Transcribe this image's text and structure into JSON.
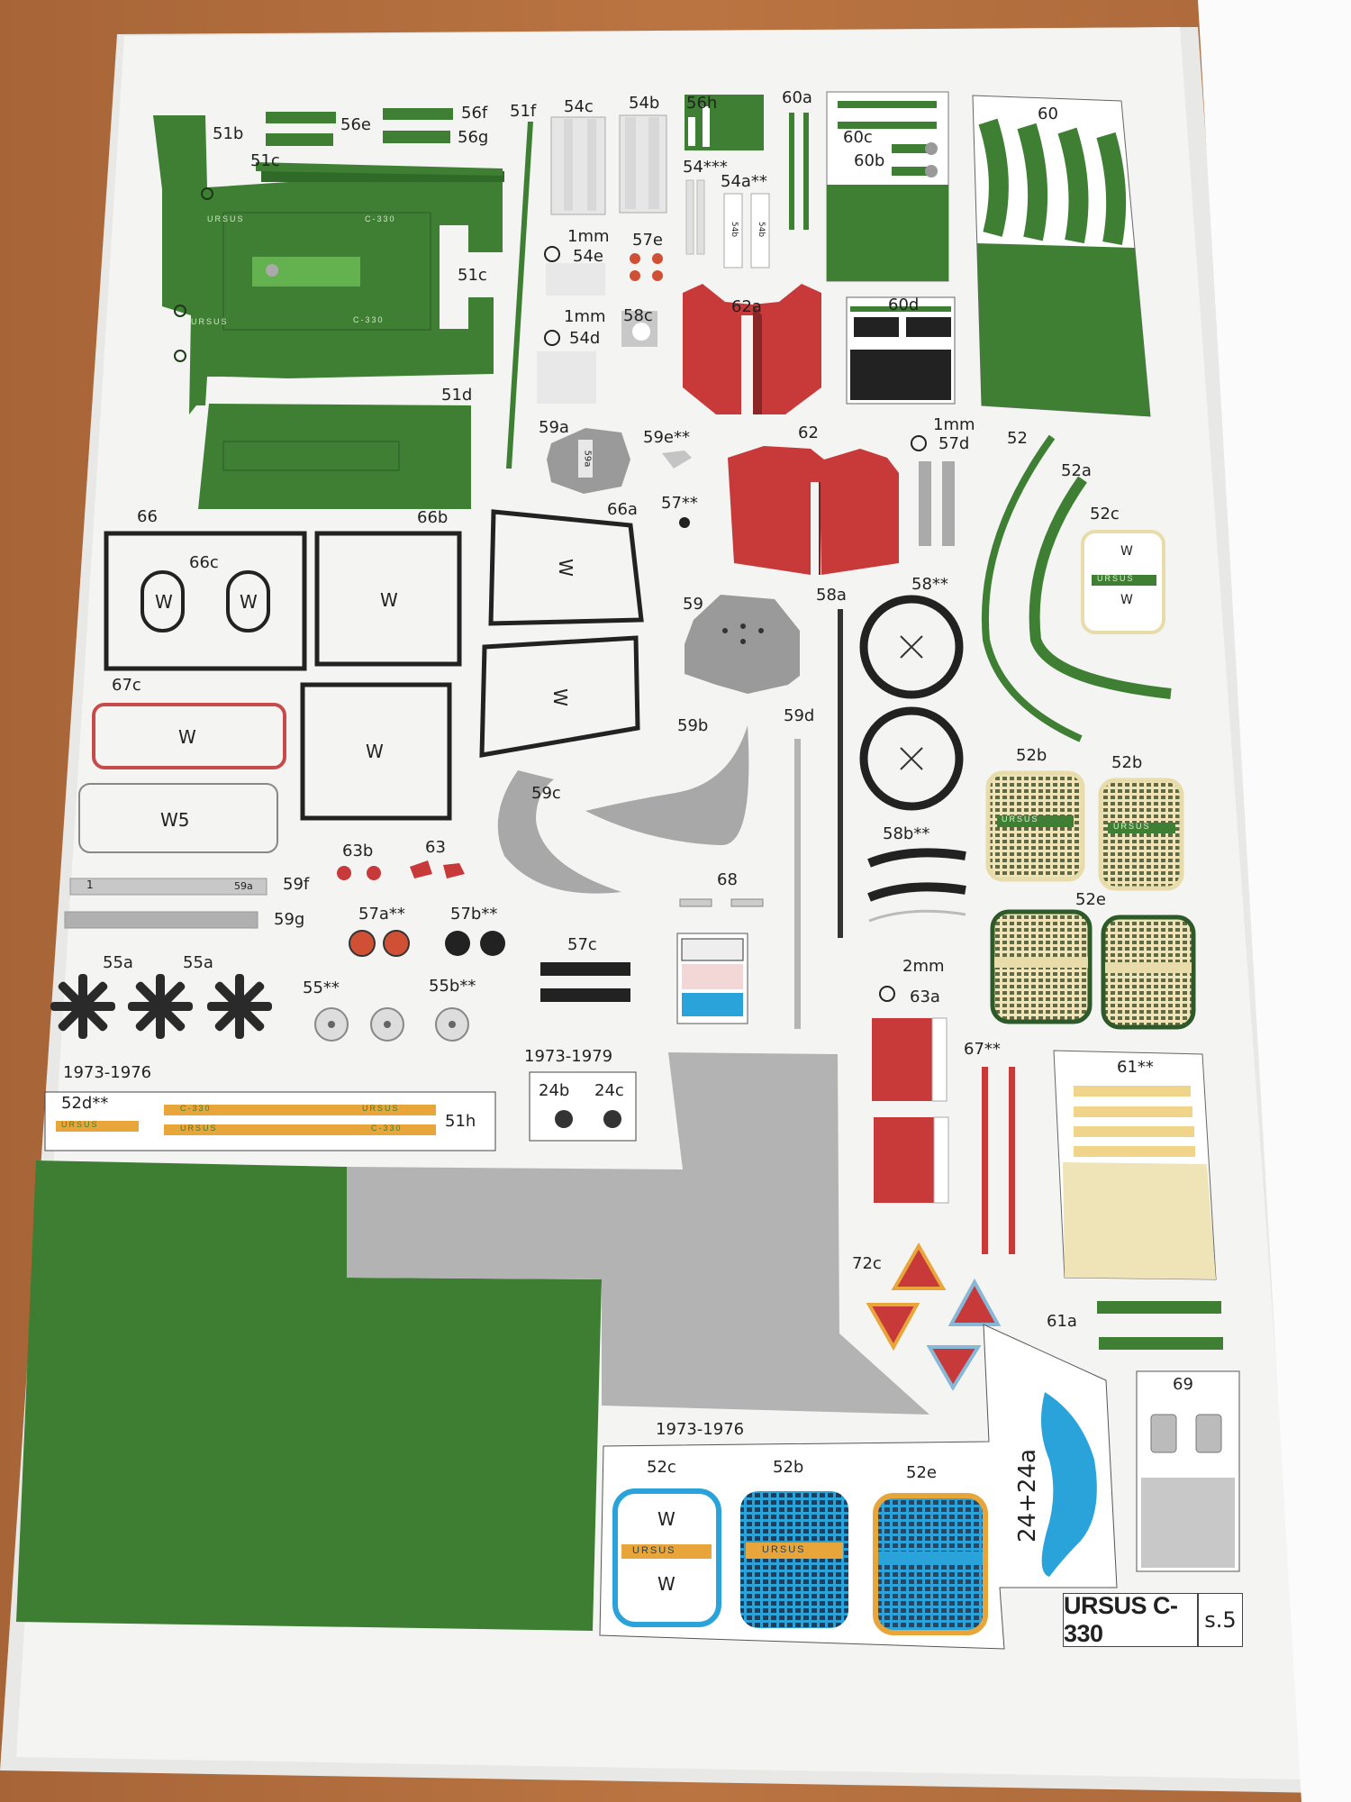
{
  "title": "URSUS C-330",
  "page": "s.5",
  "labels": {
    "p51b": "51b",
    "p51c1": "51c",
    "p51c2": "51c",
    "p51d": "51d",
    "p51f": "51f",
    "p56e": "56e",
    "p56f": "56f",
    "p56g": "56g",
    "p54c": "54c",
    "p54b": "54b",
    "p56h": "56h",
    "p60a": "60a",
    "p60": "60",
    "p60c": "60c",
    "p60b": "60b",
    "p60d": "60d",
    "p54star": "54***",
    "p54a": "54a**",
    "mm1a": "1mm",
    "p54e": "54e",
    "p57e": "57e",
    "mm1b": "1mm",
    "p54d": "54d",
    "p58c": "58c",
    "p62a": "62a",
    "p59a": "59a",
    "p59e": "59e**",
    "p62": "62",
    "mm1c": "1mm",
    "p57d": "57d",
    "p52": "52",
    "p52a": "52a",
    "p52c": "52c",
    "p57star": "57**",
    "p66": "66",
    "p66b": "66b",
    "p66a": "66a",
    "p66c": "66c",
    "p59": "59",
    "p58a": "58a",
    "p58star": "58**",
    "p67c": "67c",
    "p59b": "59b",
    "p59d": "59d",
    "p52b1": "52b",
    "p52b2": "52b",
    "p52e": "52e",
    "p59c": "59c",
    "p58b": "58b**",
    "p63b": "63b",
    "p63": "63",
    "p68": "68",
    "p59f": "59f",
    "p59g": "59g",
    "p57a": "57a**",
    "p57b": "57b**",
    "p57c": "57c",
    "mm2": "2mm",
    "p63a": "63a",
    "p55a1": "55a",
    "p55a2": "55a",
    "p55star": "55**",
    "p55b": "55b**",
    "p67star": "67**",
    "p61star": "61**",
    "yr1": "1973-1976",
    "yr2": "1973-1979",
    "p52d": "52d**",
    "p51h": "51h",
    "p24b": "24b",
    "p24c": "24c",
    "p72c": "72c",
    "p61a": "61a",
    "p69": "69",
    "yr3": "1973-1976",
    "p52c2": "52c",
    "p52b3": "52b",
    "p52e2": "52e",
    "p24": "24+24a",
    "w": "W",
    "w5": "W5",
    "tick1": "1",
    "tick59a": "59a",
    "tag54b1": "54b",
    "tag54b2": "54b",
    "tag59a": "59a",
    "ursus": "URSUS",
    "c330": "C-330"
  },
  "colors": {
    "green": "#3f7f34",
    "light_green": "#5fae4c",
    "red": "#c8393a",
    "gray": "#b4b4b4",
    "blue": "#29a3d9",
    "cream": "#efe4b7",
    "orange": "#e8a53a",
    "paper": "#f4f4f3",
    "table": "#b0683a"
  }
}
